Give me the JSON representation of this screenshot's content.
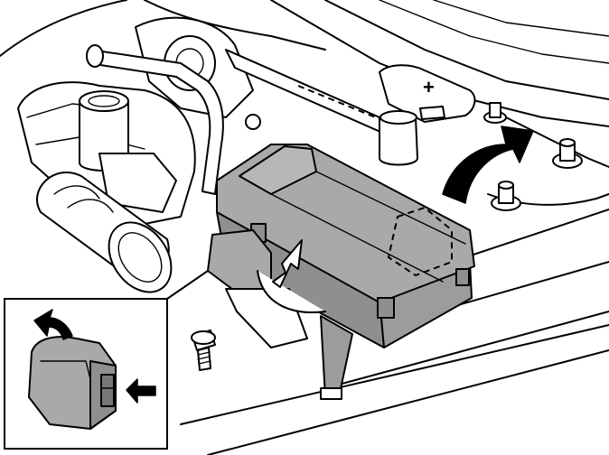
{
  "diagram": {
    "polarity_symbol": "+",
    "colors": {
      "housing": "#a9a9a9",
      "housing_top": "#b7b7b7",
      "housing_side": "#8f8f8f",
      "line": "#000000",
      "background": "#ffffff"
    },
    "icons": {
      "lift_arrow": "curved-arrow-up-right",
      "release_arrow": "arrow-up",
      "inset_lift_arrow": "curved-arrow-left",
      "inset_press_arrow": "arrow-left"
    }
  }
}
